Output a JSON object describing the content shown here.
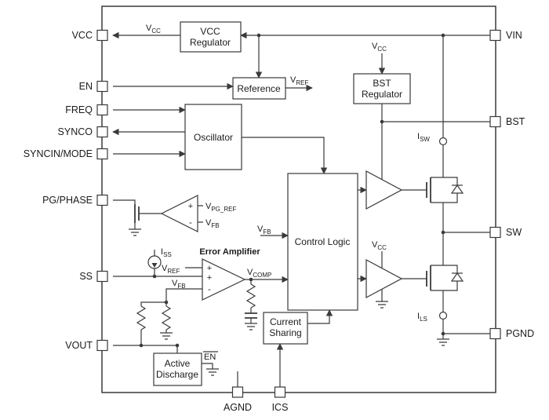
{
  "pins": {
    "left": [
      "VCC",
      "EN",
      "FREQ",
      "SYNCO",
      "SYNCIN/MODE",
      "PG/PHASE",
      "SS",
      "VOUT"
    ],
    "right": [
      "VIN",
      "BST",
      "SW",
      "PGND"
    ],
    "bottom": [
      "AGND",
      "ICS"
    ]
  },
  "blocks": {
    "vcc_regulator": [
      "VCC",
      "Regulator"
    ],
    "reference": [
      "Reference"
    ],
    "bst_regulator": [
      "BST",
      "Regulator"
    ],
    "oscillator": [
      "Oscillator"
    ],
    "control_logic": [
      "Control Logic"
    ],
    "current_sharing": [
      "Current",
      "Sharing"
    ],
    "active_discharge": [
      "Active",
      "Discharge"
    ]
  },
  "signals": {
    "vcc": {
      "base": "V",
      "sub": "CC"
    },
    "vref": {
      "base": "V",
      "sub": "REF"
    },
    "vfb": {
      "base": "V",
      "sub": "FB"
    },
    "vcomp": {
      "base": "V",
      "sub": "COMP"
    },
    "vpg_ref": {
      "base": "V",
      "sub": "PG_REF"
    },
    "isw": {
      "base": "I",
      "sub": "SW"
    },
    "ils": {
      "base": "I",
      "sub": "LS"
    },
    "iss": {
      "base": "I",
      "sub": "SS"
    },
    "en_bar": "EN",
    "error_amplifier_label": "Error Amplifier",
    "plus": "+",
    "minus": "-"
  },
  "colors": {
    "wire": "#3a3a3a",
    "text": "#1b1b1b",
    "background": "#ffffff"
  }
}
